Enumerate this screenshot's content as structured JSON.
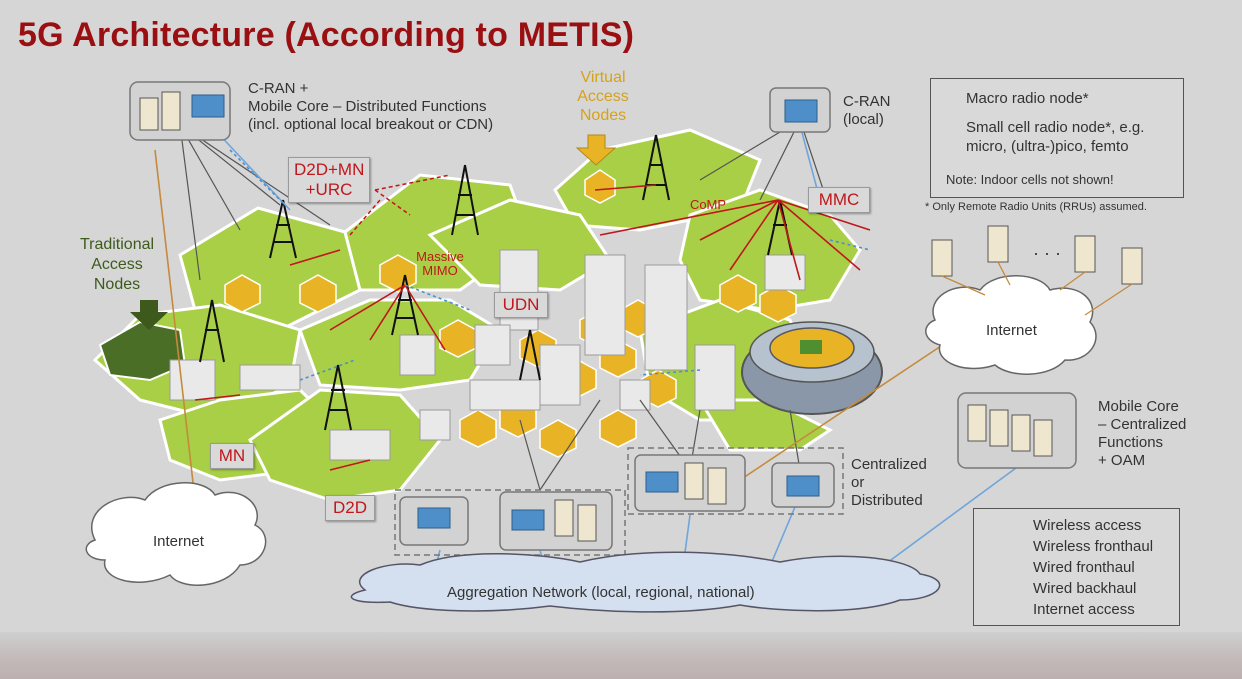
{
  "title": "5G Architecture (According to METIS)",
  "labels": {
    "cran_distributed": "C-RAN +\nMobile Core – Distributed Functions\n(incl. optional local breakout or CDN)",
    "virtual_access_nodes": "Virtual\nAccess\nNodes",
    "cran_local": "C-RAN\n(local)",
    "traditional_access_nodes": "Traditional\nAccess\nNodes",
    "massive_mimo": "Massive\nMIMO",
    "comp": "CoMP",
    "centralized_or_distributed": "Centralized\nor\nDistributed",
    "mobile_core_centralized": "Mobile Core\n– Centralized\nFunctions\n+ OAM"
  },
  "red_boxes": {
    "d2d_mn_urc": "D2D+MN\n+URC",
    "mmc": "MMC",
    "udn": "UDN",
    "mn": "MN",
    "d2d": "D2D"
  },
  "clouds": {
    "internet_left": "Internet",
    "internet_right": "Internet",
    "aggregation": "Aggregation Network (local, regional, national)"
  },
  "legend_top": {
    "macro": "Macro radio node*",
    "small_cell": "Small cell radio node*, e.g.\nmicro, (ultra-)pico, femto",
    "note": "Note:  Indoor cells not shown!",
    "footnote": "* Only Remote Radio Units (RRUs) assumed."
  },
  "legend_bottom": [
    {
      "label": "Wireless access",
      "color": "#c0171b",
      "style": "arrow"
    },
    {
      "label": "Wireless fronthaul",
      "color": "#4a8fd0",
      "style": "arrow-dotted"
    },
    {
      "label": "Wired fronthaul",
      "color": "#444444",
      "style": "line"
    },
    {
      "label": "Wired backhaul",
      "color": "#6ea6dc",
      "style": "line"
    },
    {
      "label": "Internet access",
      "color": "#c58a3c",
      "style": "line"
    }
  ],
  "ellipsis": "· · ·",
  "colors": {
    "title": "#9a0f12",
    "hex_green": "#a8cf45",
    "hex_yellow": "#e8b425",
    "accent_red": "#c0171b"
  }
}
